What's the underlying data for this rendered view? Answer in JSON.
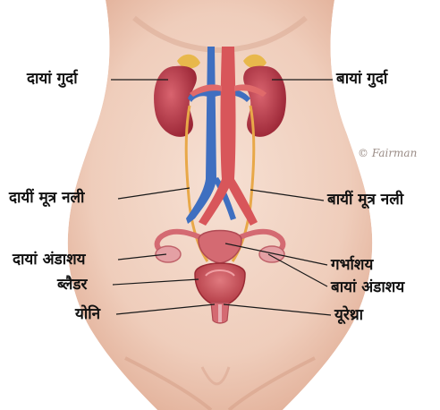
{
  "labels": {
    "right_kidney": "दायां गुर्दा",
    "left_kidney": "बायां गुर्दा",
    "right_ureter": "दायीं मूत्र नली",
    "left_ureter": "बायीं मूत्र नली",
    "right_ovary": "दायां अंडाशय",
    "uterus": "गर्भाशय",
    "bladder": "ब्लैडर",
    "left_ovary": "बायां अंडाशय",
    "vagina": "योनि",
    "urethra": "यूरेथ्रा"
  },
  "signature": "© Fairman",
  "colors": {
    "skin": "#f2d3c3",
    "skin_shadow": "#d9a993",
    "kidney": "#b0303f",
    "vein": "#3f6fc0",
    "artery": "#d8565a",
    "ureter": "#e8a848",
    "bladder": "#c8454c",
    "uterus": "#d46a72",
    "leader_line": "#1a1a1a"
  }
}
